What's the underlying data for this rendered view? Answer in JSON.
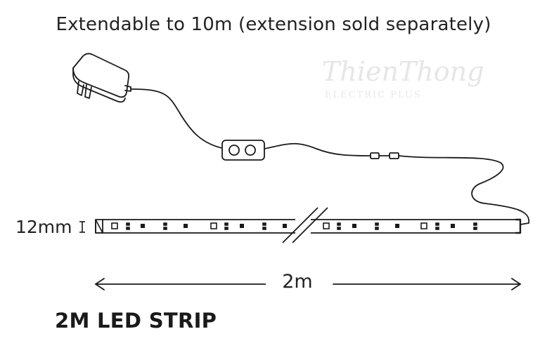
{
  "caption": "Extendable to 10m (extension sold separately)",
  "width_label": "12mm",
  "length_label": "2m",
  "title": "2M LED STRIP",
  "watermark": {
    "name": "ThienThong",
    "sub": "ELECTRIC PLUS"
  }
}
